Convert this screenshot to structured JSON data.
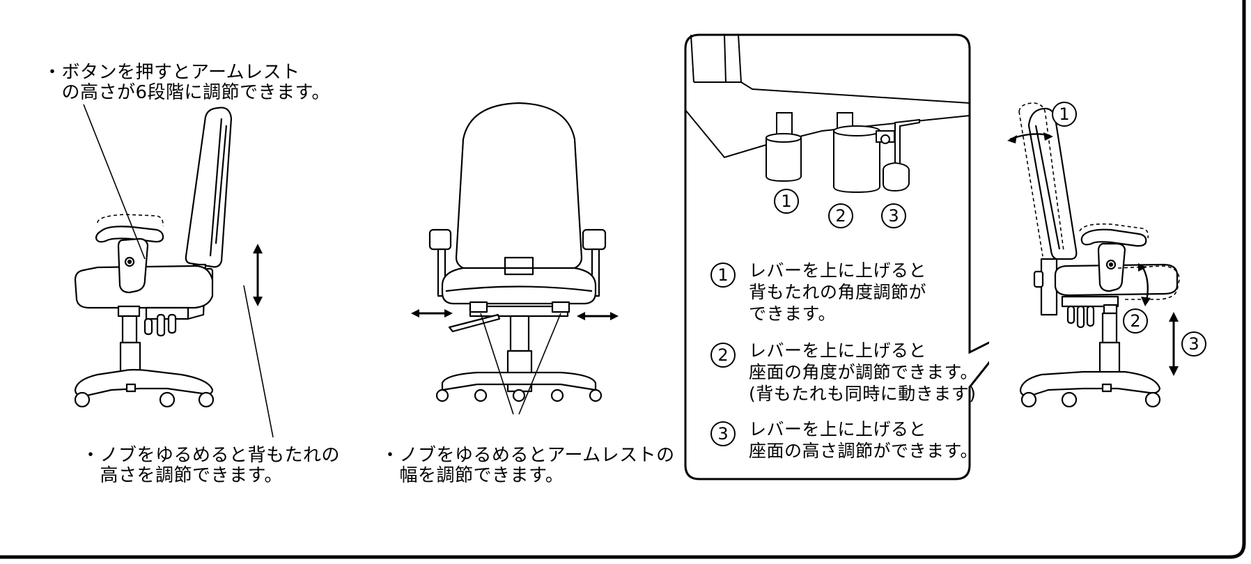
{
  "callouts": {
    "armrest_height": [
      "・ボタンを押すとアームレスト",
      "　の高さが6段階に調節できます。"
    ],
    "backrest_height": [
      "・ノブをゆるめると背もたれの",
      "　高さを調節できます。"
    ],
    "armrest_width": [
      "・ノブをゆるめるとアームレストの",
      "　幅を調節できます。"
    ]
  },
  "lever_numbers": [
    "1",
    "2",
    "3"
  ],
  "lever_items": [
    {
      "num": "1",
      "lines": [
        "レバーを上に上げると",
        "背もたれの角度調節が",
        "できます。"
      ]
    },
    {
      "num": "2",
      "lines": [
        "レバーを上に上げると",
        "座面の角度が調節できます。",
        "(背もたれも同時に動きます)"
      ]
    },
    {
      "num": "3",
      "lines": [
        "レバーを上に上げると",
        "座面の高さ調節ができます。"
      ]
    }
  ],
  "side_numbers": [
    "1",
    "2",
    "3"
  ]
}
